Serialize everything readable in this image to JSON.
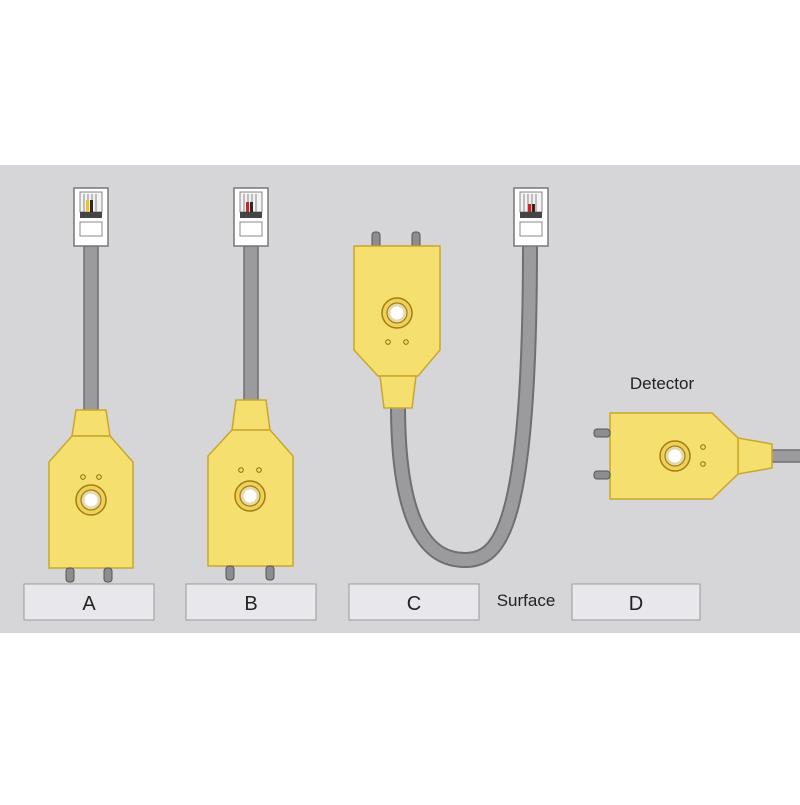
{
  "diagram": {
    "labels": {
      "a": "A",
      "b": "B",
      "c": "C",
      "d": "D",
      "surface": "Surface",
      "detector": "Detector"
    },
    "colors": {
      "background": "#d6d6d8",
      "sensor_body": "#f5df6e",
      "sensor_outline": "#c9a72c",
      "cable": "#9b9b9e",
      "cable_outline": "#6f6f72",
      "plug": "#ffffff",
      "label_box": "#e8e8ec"
    }
  }
}
